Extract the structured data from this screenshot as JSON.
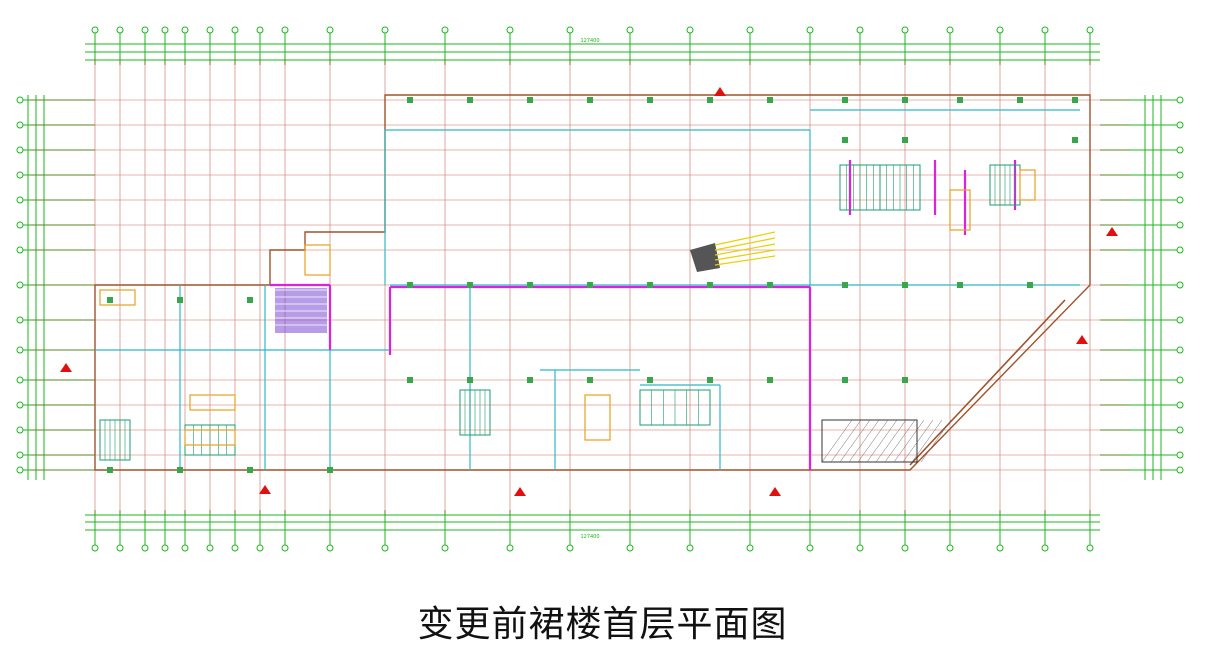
{
  "drawing": {
    "caption": "变更前裙楼首层平面图",
    "colors": {
      "grid_dims": "#1db51d",
      "axis_lines": "#c0392b",
      "walls": "#2fb8c8",
      "highlight_walls": "#e020e0",
      "columns": "#3aa64b",
      "stairs": "#1a9e6e",
      "fixtures": "#e8a020",
      "markers": "#e01010"
    },
    "top_overall_dim": "127400",
    "bottom_overall_dim": "127400"
  }
}
